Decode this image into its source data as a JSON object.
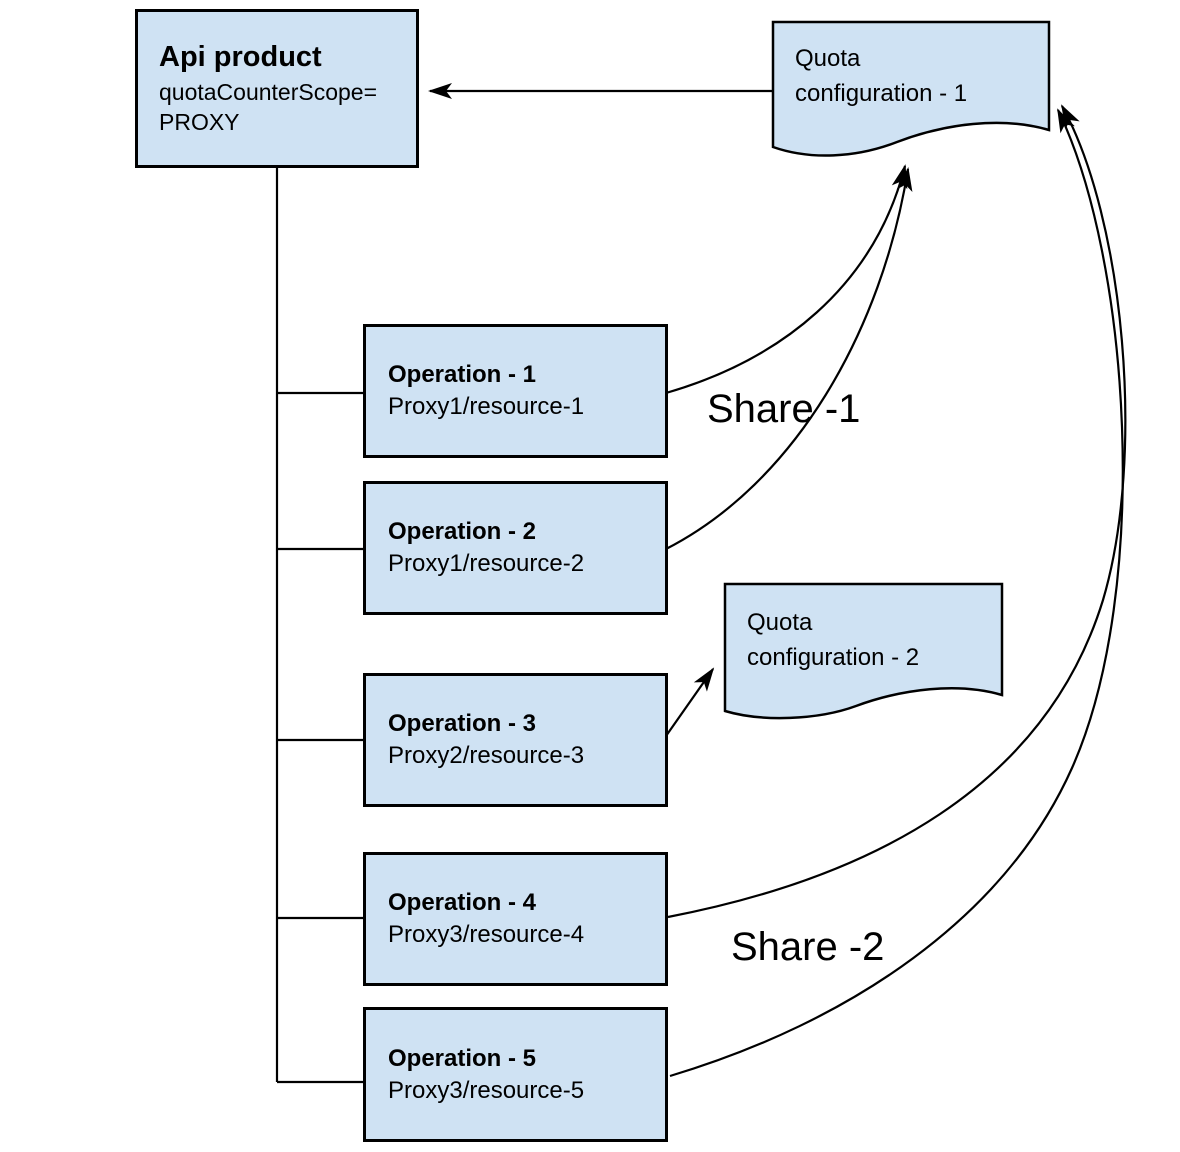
{
  "diagram": {
    "colors": {
      "node_fill": "#cfe2f3",
      "node_border": "#000000",
      "connector": "#000000",
      "background": "#ffffff"
    },
    "api_product": {
      "title": "Api product",
      "subtitle_line1": "quotaCounterScope=",
      "subtitle_line2": "PROXY"
    },
    "quota_configs": [
      {
        "line1": "Quota",
        "line2": "configuration - 1"
      },
      {
        "line1": "Quota",
        "line2": "configuration - 2"
      }
    ],
    "operations": [
      {
        "title": "Operation - 1",
        "path": "Proxy1/resource-1"
      },
      {
        "title": "Operation - 2",
        "path": "Proxy1/resource-2"
      },
      {
        "title": "Operation - 3",
        "path": "Proxy2/resource-3"
      },
      {
        "title": "Operation - 4",
        "path": "Proxy3/resource-4"
      },
      {
        "title": "Operation - 5",
        "path": "Proxy3/resource-5"
      }
    ],
    "share_labels": [
      {
        "text": "Share -1"
      },
      {
        "text": "Share -2"
      }
    ]
  }
}
